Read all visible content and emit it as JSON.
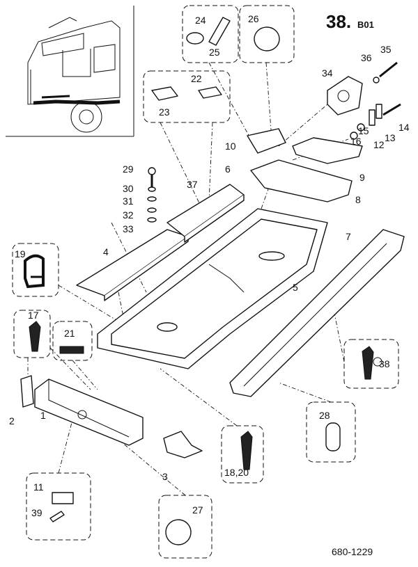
{
  "header": {
    "page_code": "38.",
    "section_suffix": "B01"
  },
  "footer": {
    "drawing_number": "680-1229"
  },
  "callouts": [
    {
      "id": "c1",
      "text": "1"
    },
    {
      "id": "c2",
      "text": "2"
    },
    {
      "id": "c3",
      "text": "3"
    },
    {
      "id": "c4",
      "text": "4"
    },
    {
      "id": "c5",
      "text": "5"
    },
    {
      "id": "c6",
      "text": "6"
    },
    {
      "id": "c7",
      "text": "7"
    },
    {
      "id": "c8",
      "text": "8"
    },
    {
      "id": "c9",
      "text": "9"
    },
    {
      "id": "c10",
      "text": "10"
    },
    {
      "id": "c11",
      "text": "11"
    },
    {
      "id": "c12",
      "text": "12"
    },
    {
      "id": "c13",
      "text": "13"
    },
    {
      "id": "c14",
      "text": "14"
    },
    {
      "id": "c15",
      "text": "15"
    },
    {
      "id": "c16",
      "text": "16"
    },
    {
      "id": "c17",
      "text": "17"
    },
    {
      "id": "c18",
      "text": "18,20"
    },
    {
      "id": "c19",
      "text": "19"
    },
    {
      "id": "c21",
      "text": "21"
    },
    {
      "id": "c22",
      "text": "22"
    },
    {
      "id": "c23",
      "text": "23"
    },
    {
      "id": "c24",
      "text": "24"
    },
    {
      "id": "c25",
      "text": "25"
    },
    {
      "id": "c26",
      "text": "26"
    },
    {
      "id": "c27",
      "text": "27"
    },
    {
      "id": "c28",
      "text": "28"
    },
    {
      "id": "c29",
      "text": "29"
    },
    {
      "id": "c30",
      "text": "30"
    },
    {
      "id": "c31",
      "text": "31"
    },
    {
      "id": "c32",
      "text": "32"
    },
    {
      "id": "c33",
      "text": "33"
    },
    {
      "id": "c34",
      "text": "34"
    },
    {
      "id": "c35",
      "text": "35"
    },
    {
      "id": "c36",
      "text": "36"
    },
    {
      "id": "c37",
      "text": "37"
    },
    {
      "id": "c38",
      "text": "38"
    },
    {
      "id": "c39",
      "text": "39"
    }
  ]
}
